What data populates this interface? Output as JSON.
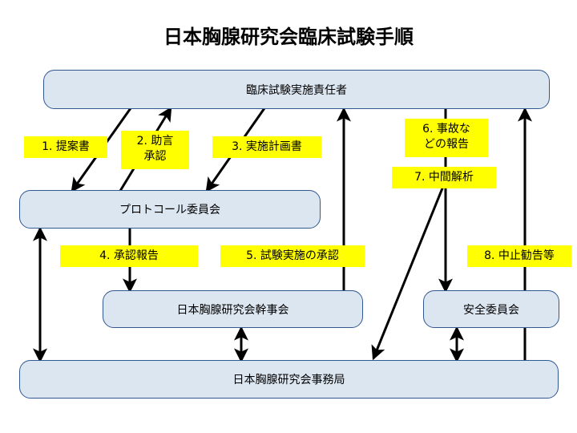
{
  "title": "日本胸腺研究会臨床試験手順",
  "colors": {
    "node_fill": "#dce6f1",
    "node_border": "#31588f",
    "tag_fill": "#ffff00",
    "arrow": "#000000",
    "background": "#ffffff"
  },
  "nodes": [
    {
      "id": "principal-investigator",
      "label": "臨床試験実施責任者"
    },
    {
      "id": "protocol-committee",
      "label": "プロトコール委員会"
    },
    {
      "id": "board-of-directors",
      "label": "日本胸腺研究会幹事会"
    },
    {
      "id": "safety-committee",
      "label": "安全委員会"
    },
    {
      "id": "secretariat",
      "label": "日本胸腺研究会事務局"
    }
  ],
  "tags": [
    {
      "id": "tag-1",
      "label": "1. 提案書"
    },
    {
      "id": "tag-2",
      "label": "2. 助言\n承認"
    },
    {
      "id": "tag-3",
      "label": "3. 実施計画書"
    },
    {
      "id": "tag-4",
      "label": "4. 承認報告"
    },
    {
      "id": "tag-5",
      "label": "5. 試験実施の承認"
    },
    {
      "id": "tag-6",
      "label": "6. 事故な\nどの報告"
    },
    {
      "id": "tag-7",
      "label": "7. 中間解析"
    },
    {
      "id": "tag-8",
      "label": "8. 中止勧告等"
    }
  ]
}
